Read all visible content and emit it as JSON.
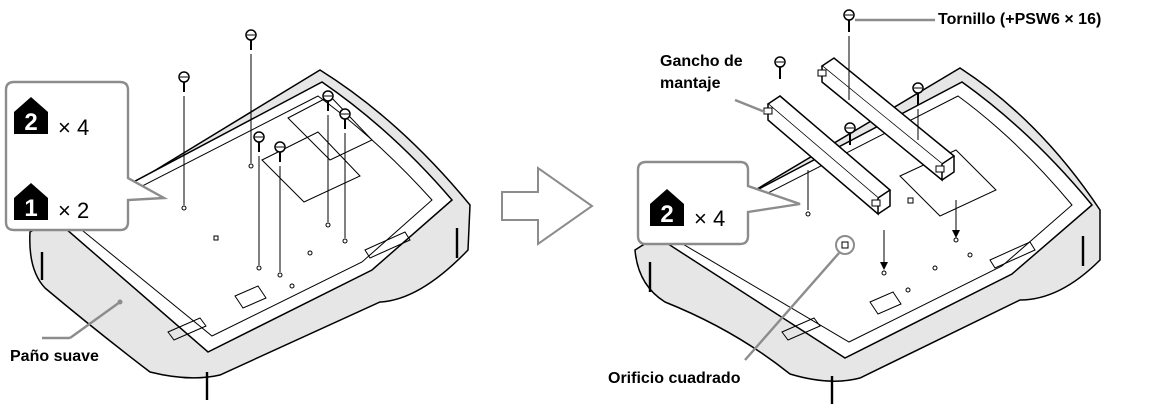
{
  "left_panel": {
    "legend": {
      "items": [
        {
          "badge": "2",
          "multiplier": "× 4"
        },
        {
          "badge": "1",
          "multiplier": "× 2"
        }
      ]
    },
    "callout_soft_cloth": "Paño suave"
  },
  "arrow_icon": "right-arrow-icon",
  "right_panel": {
    "legend": {
      "items": [
        {
          "badge": "2",
          "multiplier": "× 4"
        }
      ]
    },
    "callout_screw": "Tornillo (+PSW6 × 16)",
    "callout_hook_line1": "Gancho de",
    "callout_hook_line2": "mantaje",
    "callout_square_hole": "Orificio cuadrado"
  },
  "colors": {
    "ink": "#000000",
    "cloth_fill": "#e6e6e6",
    "legend_border": "#8c8c8c",
    "badge_fill": "#000000"
  }
}
